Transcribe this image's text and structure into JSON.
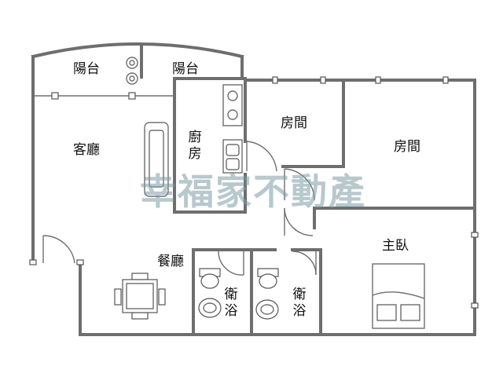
{
  "rooms": {
    "balcony_left": "陽台",
    "balcony_right": "陽台",
    "living_room": "客廳",
    "kitchen": "廚房",
    "room_1": "房間",
    "room_2": "房間",
    "dining_room": "餐廳",
    "master_bedroom": "主臥",
    "bathroom_1": "衛浴",
    "bathroom_2": "衛浴"
  },
  "watermark": "幸福家不動產",
  "colors": {
    "wall": "#6e6e6e",
    "watermark": "#7c9aa6"
  },
  "icons": [
    "flower-icon",
    "sofa-icon",
    "stove-icon",
    "sink-icon",
    "toilet-icon",
    "washbasin-icon",
    "dining-table-icon",
    "bed-icon",
    "door-swing-icon"
  ]
}
